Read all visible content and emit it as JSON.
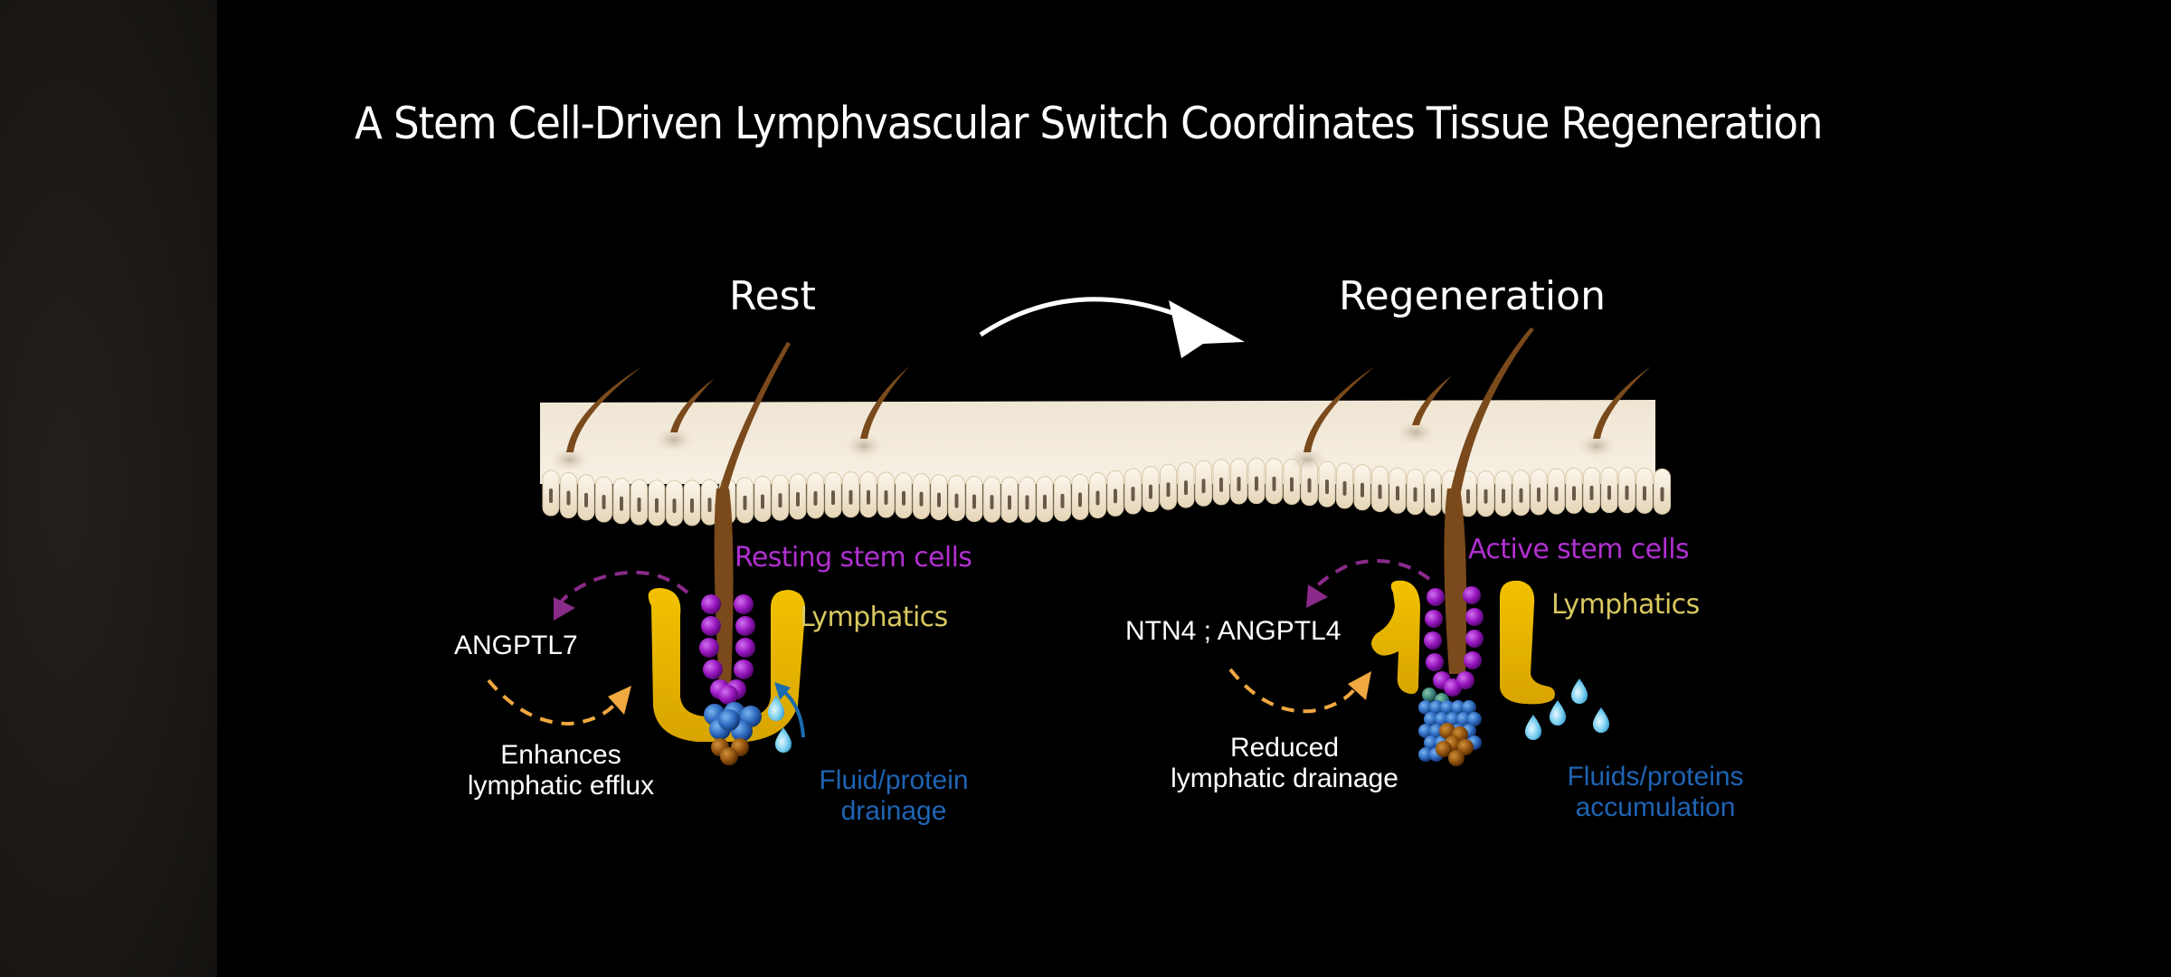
{
  "slide": {
    "title": "A Stem Cell-Driven Lymphvascular Switch Coordinates Tissue Regeneration",
    "transition_icon": "curved-arrow-right-icon"
  },
  "rest": {
    "heading": "Rest",
    "stem_cells_label": "Resting stem cells",
    "lymphatics_label": "Lymphatics",
    "factor_label": "ANGPTL7",
    "effect_label_line1": "Enhances",
    "effect_label_line2": "lymphatic efflux",
    "fluid_label_line1": "Fluid/protein",
    "fluid_label_line2": "drainage"
  },
  "regeneration": {
    "heading": "Regeneration",
    "stem_cells_label": "Active stem cells",
    "lymphatics_label": "Lymphatics",
    "factor_label": "NTN4 ; ANGPTL4",
    "effect_label_line1": "Reduced",
    "effect_label_line2": "lymphatic drainage",
    "fluid_label_line1": "Fluids/proteins",
    "fluid_label_line2": "accumulation"
  },
  "colors": {
    "background": "#000000",
    "skin": "#f3ebdd",
    "hair": "#7a4a1c",
    "stem_cells": "#a020c0",
    "stem_label": "#b030d0",
    "lymphatics": "#e6b800",
    "lymph_label": "#d8c860",
    "fluid_label": "#1f64b4",
    "droplet": "#7fd4f0",
    "factor_arrow": "#8a2a8a",
    "effect_arrow": "#f0a840",
    "progenitors": "#3a78c8",
    "dermal_papilla": "#9a5a10"
  }
}
